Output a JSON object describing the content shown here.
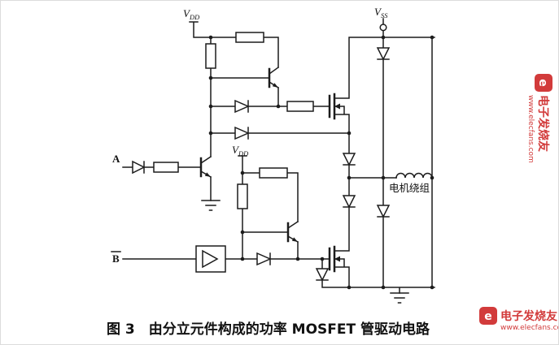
{
  "canvas": {
    "bg": "#ffffff",
    "ink": "#1c1c1c",
    "watermark_red": "#d23b3b"
  },
  "labels": {
    "v": "V",
    "dd": "DD",
    "ss": "SS",
    "input_a": "A",
    "input_b": "B",
    "motor_winding": "电机绕组"
  },
  "caption": {
    "text": "图 3　由分立元件构成的功率 MOSFET 管驱动电路"
  },
  "watermark": {
    "brand": "电子发烧友",
    "url": "www.elecfans.com",
    "logo_letter": "e"
  }
}
